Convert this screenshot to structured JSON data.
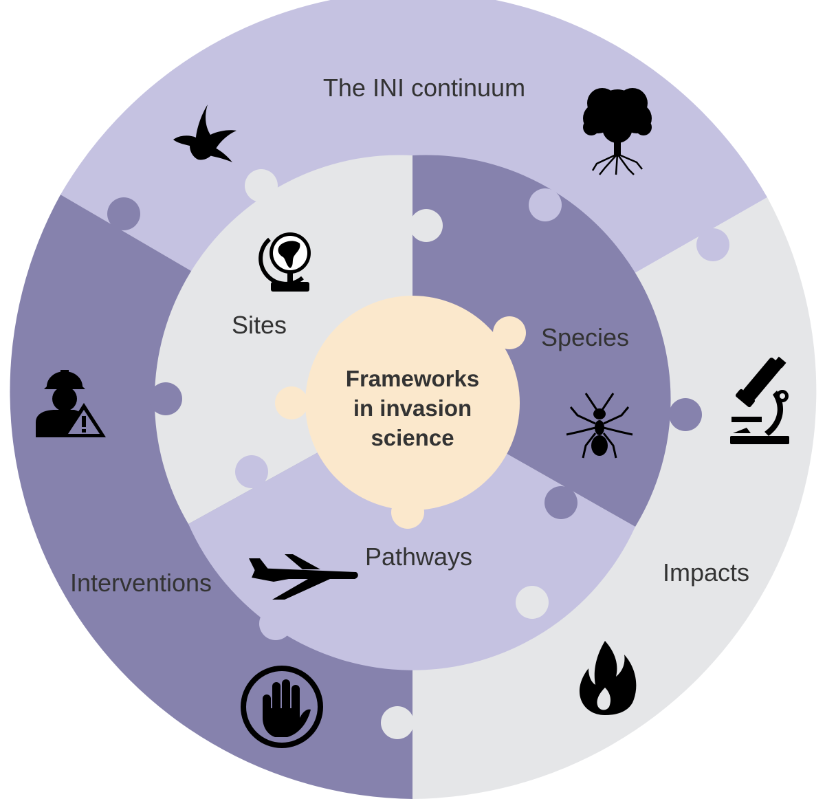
{
  "center": {
    "line1": "Frameworks",
    "line2": "in invasion",
    "line3": "science"
  },
  "outer_ring": {
    "ini_continuum": "The INI continuum",
    "impacts": "Impacts",
    "interventions": "Interventions"
  },
  "inner_ring": {
    "sites": "Sites",
    "species": "Species",
    "pathways": "Pathways"
  },
  "icons": {
    "bird": "swallow-icon",
    "tree": "tree-with-roots-icon",
    "globe": "globe-icon",
    "ant": "ant-icon",
    "microscope": "microscope-icon",
    "worker": "worker-warning-icon",
    "plane": "airplane-icon",
    "fire": "fire-icon",
    "hand": "stop-hand-icon"
  },
  "colors": {
    "light_purple": "#c5c2e1",
    "dark_purple": "#8682ad",
    "light_gray": "#e5e6e8",
    "center_fill": "#fbe8cc"
  }
}
